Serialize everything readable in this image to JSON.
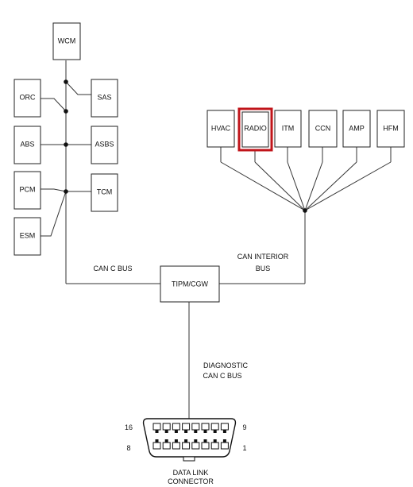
{
  "modules": {
    "wcm": "WCM",
    "orc": "ORC",
    "sas": "SAS",
    "abs": "ABS",
    "asbs": "ASBS",
    "pcm": "PCM",
    "tcm": "TCM",
    "esm": "ESM",
    "hvac": "HVAC",
    "radio": "RADIO",
    "itm": "ITM",
    "ccn": "CCN",
    "amp": "AMP",
    "hfm": "HFM",
    "gateway": "TIPM/CGW"
  },
  "bus_labels": {
    "can_c": "CAN C BUS",
    "can_interior_1": "CAN INTERIOR",
    "can_interior_2": "BUS",
    "diagnostic_1": "DIAGNOSTIC",
    "diagnostic_2": "CAN C BUS"
  },
  "connector": {
    "pin_16": "16",
    "pin_9": "9",
    "pin_8": "8",
    "pin_1": "1",
    "title_1": "DATA LINK",
    "title_2": "CONNECTOR"
  },
  "highlight_color": "#c0141a"
}
